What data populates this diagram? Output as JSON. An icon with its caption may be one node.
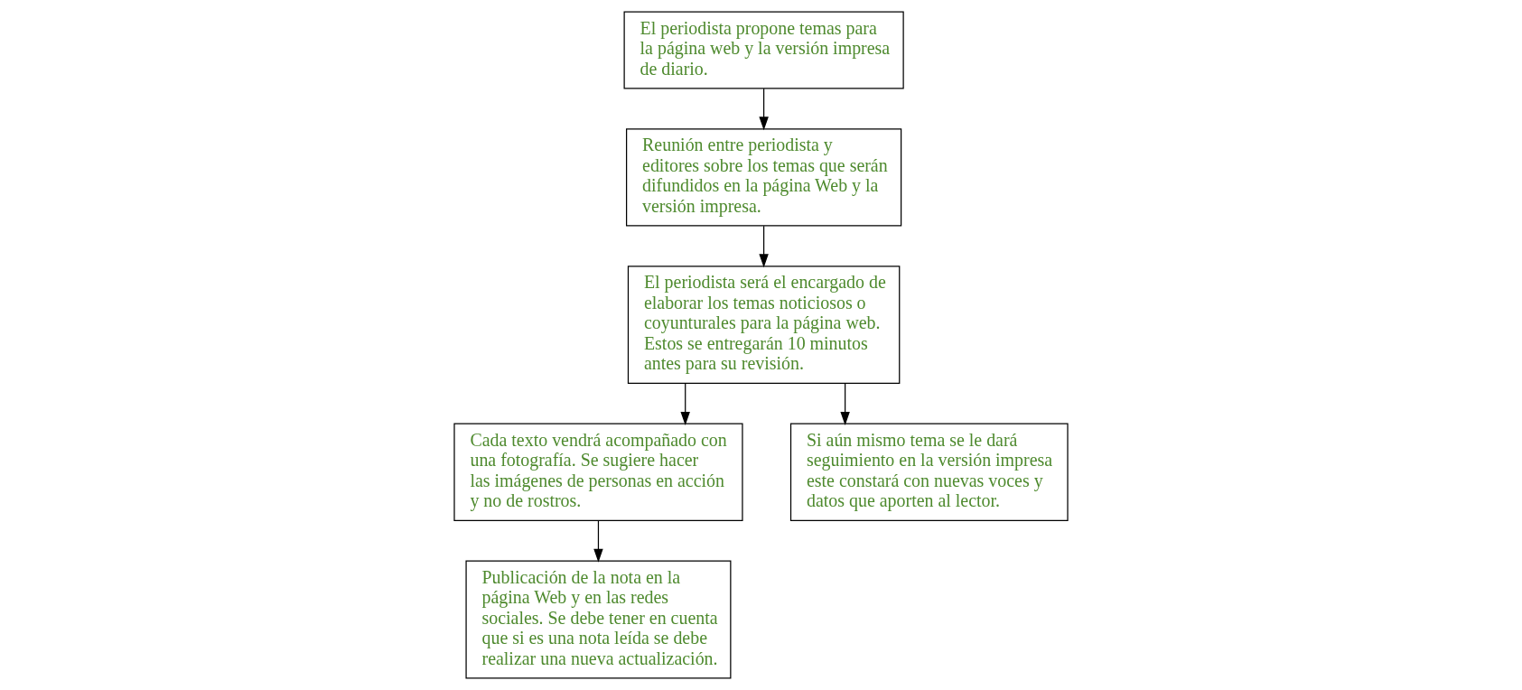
{
  "diagram": {
    "nodes": [
      {
        "text": [
          "Reunión entre periodista y editores sobre los temas que serán difundidos en la página Web y la versión impresa."
        ]
      },
      {
        "text": [
          "El periodista propone temas para la página web y la versión impresa de diario."
        ]
      },
      {
        "text": [
          "El periodista será el encargado de elaborar los temas noticiosos o coyunturales para la página web. Estos se entregarán 10 minutos antes para su revisión."
        ]
      },
      {
        "text": [
          "Publicación de la nota en la página Web y en las redes sociales. Se debe tener en cuenta que si es una nota leída se debe realizar una nueva actualización."
        ]
      },
      {
        "text": [
          "Cada texto vendrá acompañado con una fotografía. Se sugiere hacer las imágenes de personas en acción y no de rostros."
        ]
      },
      {
        "text": [
          "Si aún mismo tema se le dará seguimiento en la versión impresa este constará con nuevas voces y datos que aporten al lector."
        ]
      }
    ],
    "edges": [
      {
        "from": 1,
        "to": 0,
        "arrow": "to"
      },
      {
        "from": 0,
        "to": 2,
        "arrow": "to"
      },
      {
        "from": 2,
        "to": 4,
        "arrow": "to"
      },
      {
        "from": 4,
        "to": 3,
        "arrow": "to"
      },
      {
        "from": 2,
        "to": 5,
        "arrow": "to"
      }
    ]
  }
}
